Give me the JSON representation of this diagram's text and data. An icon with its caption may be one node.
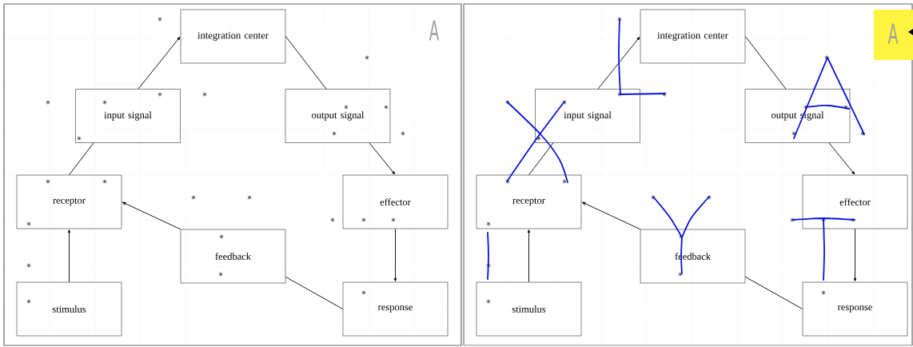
{
  "diagram": {
    "nodes": [
      {
        "text": [
          "integration center"
        ]
      },
      {
        "text": [
          "input signal"
        ]
      },
      {
        "text": [
          "output signal"
        ]
      },
      {
        "text": [
          "receptor"
        ]
      },
      {
        "text": [
          "effector"
        ]
      },
      {
        "text": [
          "feedback"
        ]
      },
      {
        "text": [
          "stimulus"
        ]
      },
      {
        "text": [
          "response"
        ]
      },
      {
        "text": [
          "integration center"
        ]
      },
      {
        "text": [
          "input signal"
        ]
      },
      {
        "text": [
          "output signal"
        ]
      },
      {
        "text": [
          "receptor"
        ]
      },
      {
        "text": [
          "effector"
        ]
      },
      {
        "text": [
          "feedback"
        ]
      },
      {
        "text": [
          "stimulus"
        ]
      },
      {
        "text": [
          "response"
        ]
      }
    ],
    "edges": [
      {
        "from": 1,
        "to": 0,
        "arrow": "to"
      },
      {
        "from": 0,
        "to": 2,
        "arrow": "none"
      },
      {
        "from": 2,
        "to": 4,
        "arrow": "to"
      },
      {
        "from": 3,
        "to": 1,
        "arrow": "none"
      },
      {
        "from": 6,
        "to": 3,
        "arrow": "to"
      },
      {
        "from": 4,
        "to": 7,
        "arrow": "to"
      },
      {
        "from": 7,
        "to": 5,
        "arrow": "none"
      },
      {
        "from": 5,
        "to": 3,
        "arrow": "to"
      },
      {
        "from": 9,
        "to": 8,
        "arrow": "to"
      },
      {
        "from": 8,
        "to": 10,
        "arrow": "none"
      },
      {
        "from": 10,
        "to": 12,
        "arrow": "to"
      },
      {
        "from": 11,
        "to": 9,
        "arrow": "none"
      },
      {
        "from": 14,
        "to": 11,
        "arrow": "to"
      },
      {
        "from": 12,
        "to": 15,
        "arrow": "to"
      },
      {
        "from": 15,
        "to": 13,
        "arrow": "none"
      },
      {
        "from": 13,
        "to": 11,
        "arrow": "to"
      }
    ],
    "labels": [
      "A",
      "A"
    ]
  }
}
